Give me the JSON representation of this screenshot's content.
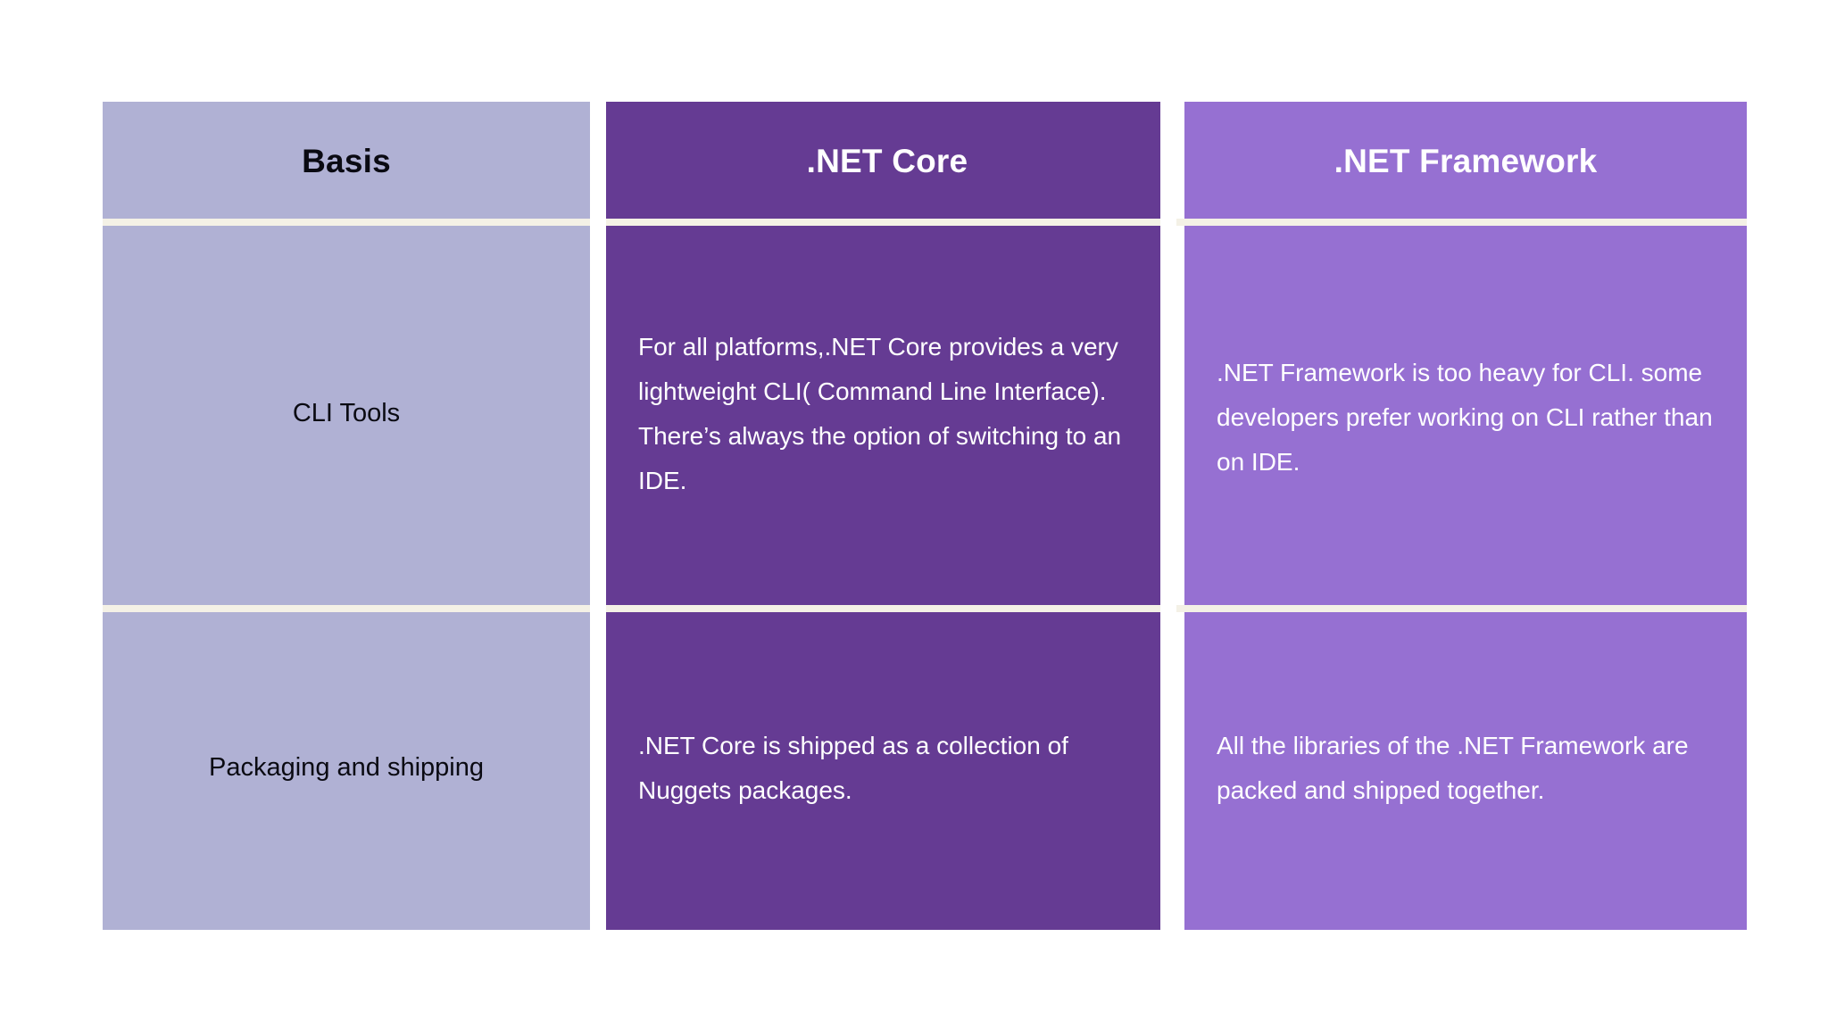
{
  "document": {
    "type": "comparison-table",
    "background_color": "#ffffff"
  },
  "palette": {
    "basis_column": "#b0b1d4",
    "net_core_column": "#653b93",
    "net_framework_column": "#9670d2",
    "separator": "#f4f1e6",
    "header_text_dark": "#0a0a12",
    "header_text_light": "#ffffff"
  },
  "table": {
    "headers": [
      {
        "label": "Basis",
        "column": "basis"
      },
      {
        "label": ".NET Core",
        "column": "net-core"
      },
      {
        "label": ".NET Framework",
        "column": "net-framework"
      }
    ],
    "rows": [
      {
        "basis": "CLI Tools",
        "net_core": "For all platforms,.NET Core provides a very lightweight CLI( Command Line Interface). There’s always the option of switching to an IDE.",
        "net_framework": ".NET Framework is too heavy for CLI. some developers prefer working on CLI rather than on IDE."
      },
      {
        "basis": "Packaging and shipping",
        "net_core": ".NET Core is shipped as a collection of Nuggets packages.",
        "net_framework": "All the libraries of the .NET Framework are packed and shipped together."
      }
    ]
  }
}
